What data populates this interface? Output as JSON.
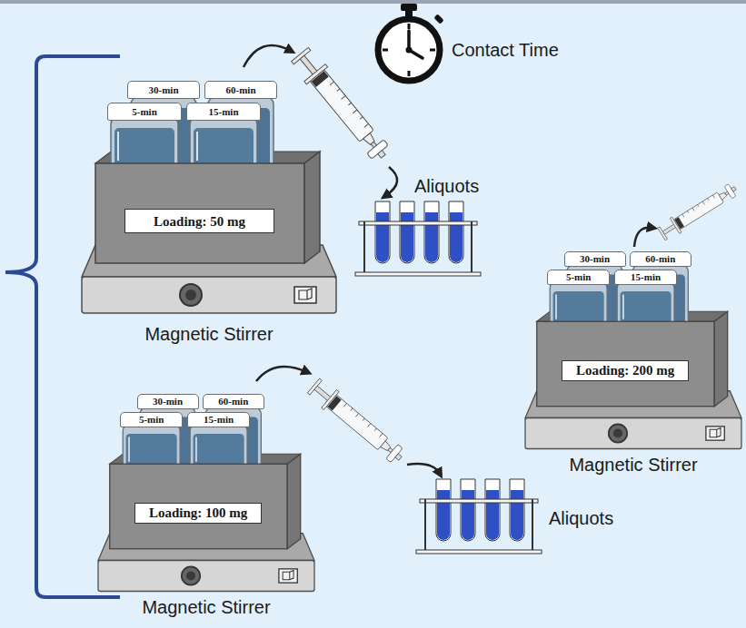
{
  "diagram": {
    "nodes": [
      {
        "text": [
          "Magnetic Stirrer"
        ]
      },
      {
        "text": [
          "30-min"
        ],
        "in": 0
      },
      {
        "text": [
          "60-min"
        ],
        "in": 0
      },
      {
        "text": [
          "5-min"
        ],
        "in": 0
      },
      {
        "text": [
          "15-min"
        ],
        "in": 0
      },
      {
        "text": [
          "Loading: 50 mg"
        ],
        "in": 0
      },
      {
        "text": [
          "Magnetic Stirrer"
        ]
      },
      {
        "text": [
          "30-min"
        ],
        "in": 6
      },
      {
        "text": [
          "60-min"
        ],
        "in": 6
      },
      {
        "text": [
          "5-min"
        ],
        "in": 6
      },
      {
        "text": [
          "15-min"
        ],
        "in": 6
      },
      {
        "text": [
          "Loading: 200 mg"
        ],
        "in": 6
      },
      {
        "text": [
          "Magnetic Stirrer"
        ]
      },
      {
        "text": [
          "30-min"
        ],
        "in": 12
      },
      {
        "text": [
          "60-min"
        ],
        "in": 12
      },
      {
        "text": [
          "5-min"
        ],
        "in": 12
      },
      {
        "text": [
          "15-min"
        ],
        "in": 12
      },
      {
        "text": [
          "Loading: 100 mg"
        ],
        "in": 12
      }
    ],
    "labels": [
      "Contact Time",
      "Aliquots",
      "Aliquots"
    ]
  }
}
